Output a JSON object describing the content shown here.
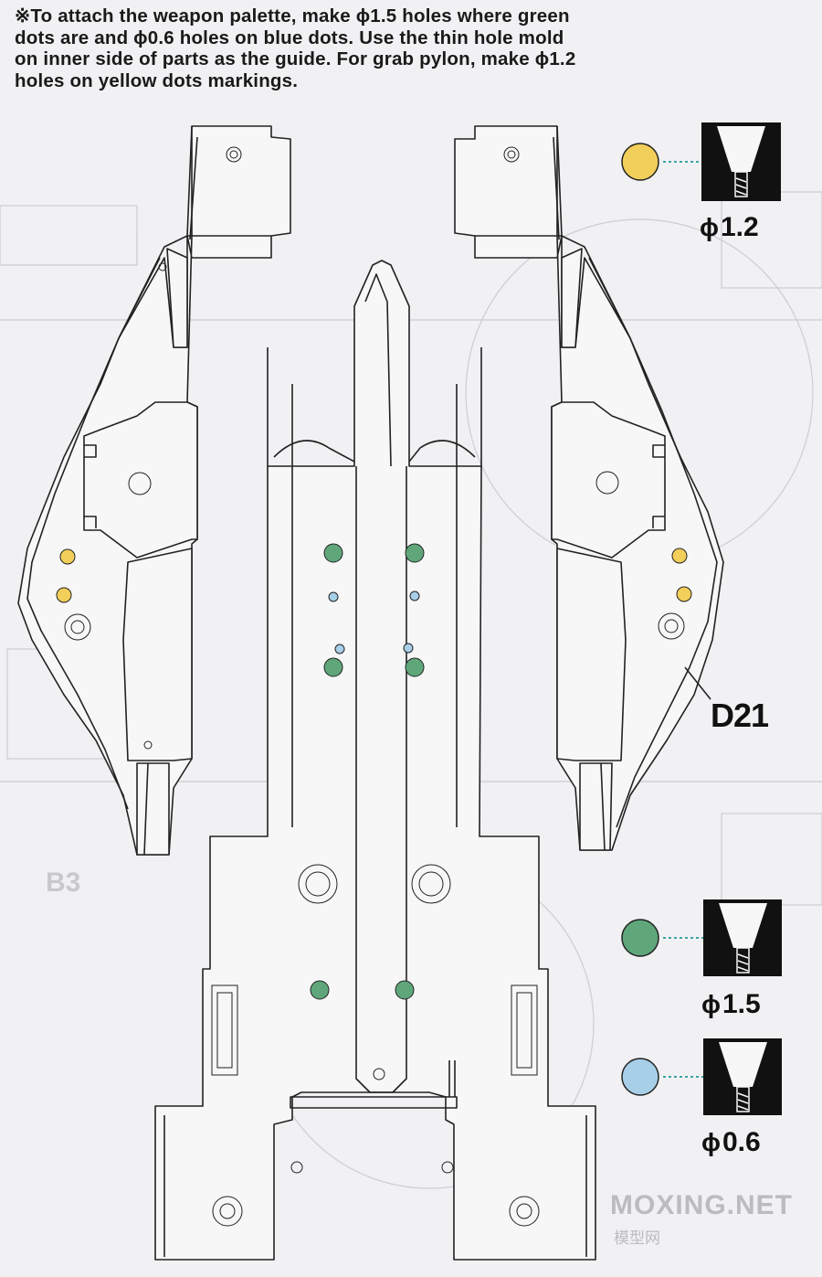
{
  "instruction": "※To attach the weapon palette, make ϕ1.5 holes where green\ndots are and ϕ0.6 holes on blue dots. Use the thin hole mold\non inner side of parts as the guide. For grab pylon, make ϕ1.2\nholes on yellow dots markings.",
  "part_label": "D21",
  "legend": [
    {
      "color_name": "yellow",
      "color": "#f2cf5a",
      "symbol": "ϕ",
      "size": "1.2"
    },
    {
      "color_name": "green",
      "color": "#5fa77a",
      "symbol": "ϕ",
      "size": "1.5"
    },
    {
      "color_name": "blue",
      "color": "#a8cfe8",
      "symbol": "ϕ",
      "size": "0.6"
    }
  ],
  "watermark": {
    "text": "MOXING.NET",
    "sub": "模型网"
  },
  "colors": {
    "line": "#222222",
    "part_fill": "#f7f7f8",
    "background": "#f1f1f3"
  }
}
